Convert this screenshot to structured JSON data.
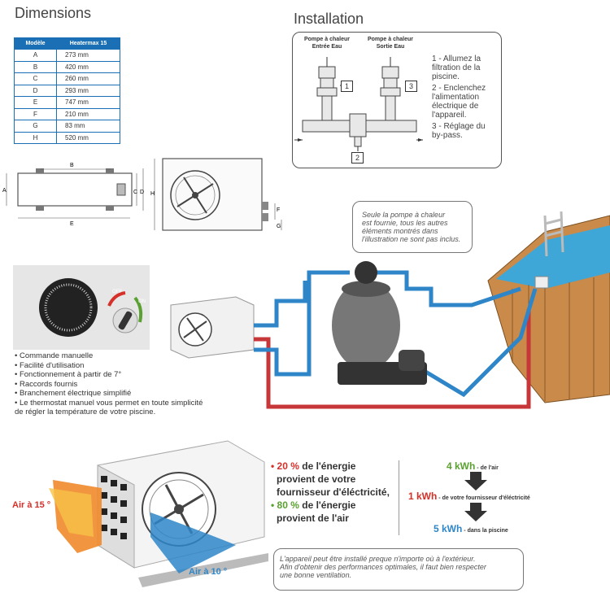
{
  "dimensions": {
    "title": "Dimensions",
    "col_model": "Modèle",
    "col_product": "Heatermax 15",
    "rows": [
      {
        "label": "A",
        "value": "273 mm"
      },
      {
        "label": "B",
        "value": "420 mm"
      },
      {
        "label": "C",
        "value": "260 mm"
      },
      {
        "label": "D",
        "value": "293 mm"
      },
      {
        "label": "E",
        "value": "747 mm"
      },
      {
        "label": "F",
        "value": "210 mm"
      },
      {
        "label": "G",
        "value": "83 mm"
      },
      {
        "label": "H",
        "value": "520 mm"
      }
    ]
  },
  "drawing_labels": {
    "a": "A",
    "b": "B",
    "c": "C",
    "d": "D",
    "e": "E",
    "f": "F",
    "g": "G",
    "h": "H"
  },
  "installation": {
    "title": "Installation",
    "pump_in": "Pompe à chaleur\nEntrée Eau",
    "pump_out": "Pompe à chaleur\nSortie Eau",
    "n1": "1",
    "n2": "2",
    "n3": "3",
    "steps": [
      "1 - Allumez la\n     filtration de la\n     piscine.",
      "2 - Enclenchez\n     l'alimentation\n     électrique de\n     l'appareil.",
      "3 - Réglage du\n     by-pass."
    ]
  },
  "note_pump": "Seule la pompe à chaleur\nest fournie, tous les autres\néléments montrés dans\nl'illustration ne sont pas inclus.",
  "features": [
    "Commande manuelle",
    "Facilité d'utilisation",
    "Fonctionnement à partir de 7°",
    "Raccords fournis",
    "Branchement électrique simplifié",
    "Le thermostat manuel vous permet en toute simplicité\n  de régler la température de votre piscine."
  ],
  "knob": {
    "off": "OFF",
    "on": "ON"
  },
  "air_in": "Air à 15 °",
  "air_out": "Air à 10 °",
  "energy": {
    "l1_pct": "20 %",
    "l1a": " de l'énergie",
    "l1b": "provient de votre",
    "l1c": "fournisseur d'éléctricité,",
    "l2_pct": "80 %",
    "l2a": " de l'énergie",
    "l2b": "provient de l'air"
  },
  "flow": {
    "v1": "4 kWh",
    "t1": " - de l'air",
    "v2": "1 kWh",
    "t2": " - de votre fournisseur d'éléctricité",
    "v3": "5 kWh",
    "t3": " - dans la piscine"
  },
  "note_install": "L'appareil peut être installé preque n'importe où à l'extérieur.\nAfin d'obtenir des performances optimales, il faut bien respecter\nune bonne ventilation.",
  "colors": {
    "blue": "#2e86c8",
    "red": "#d6302a",
    "green": "#5aa132",
    "table": "#1a6fb5"
  }
}
